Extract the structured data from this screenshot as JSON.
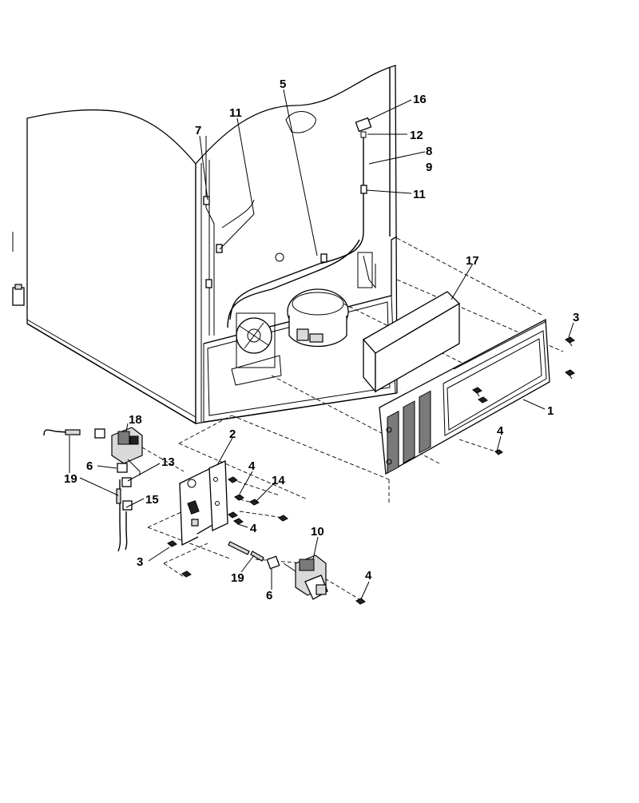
{
  "labels": {
    "l1": "1",
    "l2": "2",
    "l3a": "3",
    "l3b": "3",
    "l4a": "4",
    "l4b": "4",
    "l4c": "4",
    "l4d": "4",
    "l5": "5",
    "l6a": "6",
    "l6b": "6",
    "l7": "7",
    "l8": "8",
    "l9": "9",
    "l10": "10",
    "l11a": "11",
    "l11b": "11",
    "l12": "12",
    "l13": "13",
    "l14": "14",
    "l15": "15",
    "l16": "16",
    "l17": "17",
    "l18": "18",
    "l19a": "19",
    "l19b": "19"
  }
}
